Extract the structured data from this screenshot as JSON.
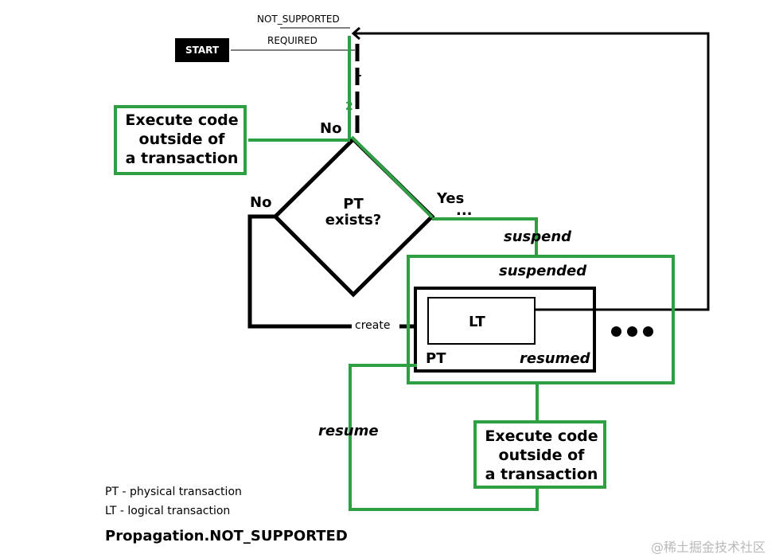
{
  "colors": {
    "green": "#2ea043",
    "black": "#000000",
    "watermark": "#b9b9b9"
  },
  "flow": {
    "start": "START",
    "not_supported": "NOT_SUPPORTED",
    "required": "REQUIRED",
    "step1": "1",
    "step2": "2",
    "no_top": "No",
    "no_left": "No",
    "yes": "Yes",
    "yes_ellipsis": "...",
    "create": "create"
  },
  "decision": {
    "line1": "PT",
    "line2": "exists?"
  },
  "left_box": {
    "text": "Execute code\noutside of\na transaction"
  },
  "bottom_box": {
    "text": "Execute code\noutside of\na transaction"
  },
  "labels": {
    "suspend": "suspend",
    "suspended": "suspended",
    "resumed": "resumed",
    "resume": "resume",
    "lt": "LT",
    "pt": "PT"
  },
  "legend": {
    "pt": "PT - physical transaction",
    "lt": "LT - logical transaction",
    "title": "Propagation.NOT_SUPPORTED"
  },
  "watermark": "@稀土掘金技术社区"
}
